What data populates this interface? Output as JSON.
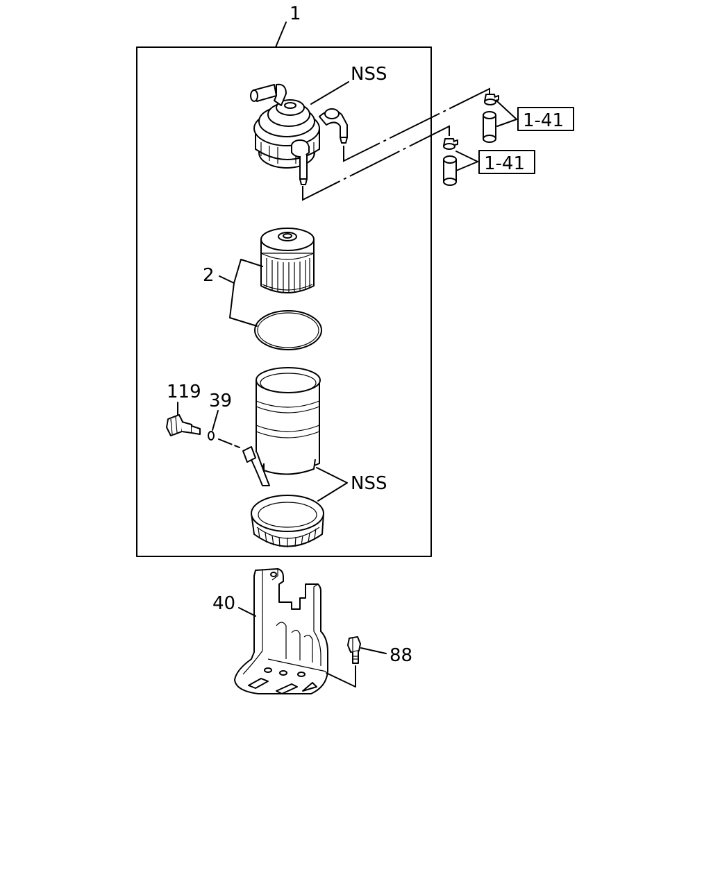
{
  "callouts": {
    "assembly": "1",
    "filter_element": "2",
    "sensor": "119",
    "o_ring": "39",
    "nss_head": "NSS",
    "nss_bowl": "NSS",
    "bracket": "40",
    "bolt": "88",
    "ref_upper": "1-41",
    "ref_lower": "1-41"
  }
}
